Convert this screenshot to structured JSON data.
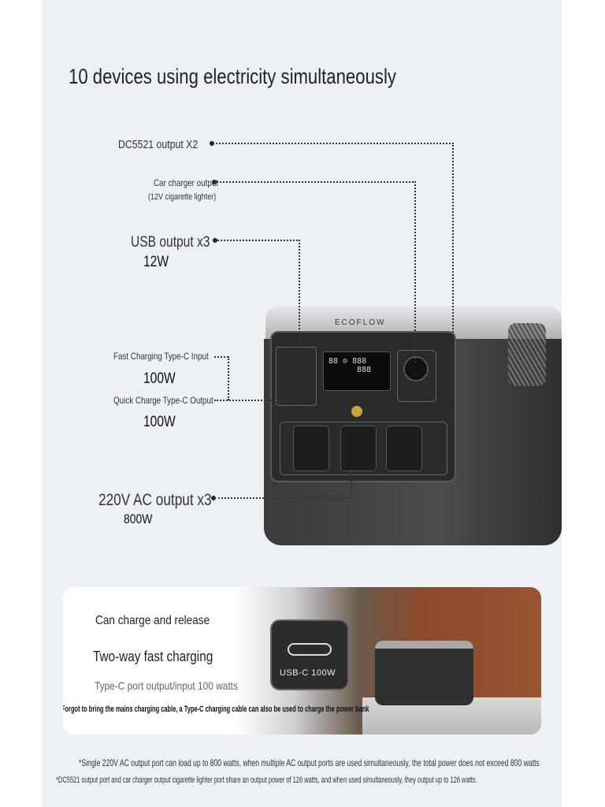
{
  "title": "10 devices using electricity simultaneously",
  "callouts": {
    "dc5521": "DC5521 output X2",
    "car_charger": "Car charger output",
    "car_charger_note": "(12V cigarette lighter)",
    "usb": "USB output x3",
    "usb_watt": "12W",
    "typec_in": "Fast Charging Type-C Input",
    "typec_in_watt": "100W",
    "typec_out": "Quick Charge Type-C Output",
    "typec_out_watt": "100W",
    "ac": "220V AC output x3",
    "ac_watt": "800W"
  },
  "device": {
    "logo": "ECOFLOW",
    "accent": "#c9a33a"
  },
  "card": {
    "line1": "Can charge and release",
    "line2": "Two-way fast charging",
    "line3": "Type-C port output/input 100 watts",
    "note": "*Forgot to bring the mains charging cable, a Type-C charging cable can also be used to charge the power bank",
    "badge": "USB-C 100W"
  },
  "footnotes": [
    "*Single 220V AC output port can load up to 800 watts, when multiple AC output ports are used simultaneously, the total power does not exceed 800 watts",
    "*DC5521 output port and car charger output cigarette lighter port share an output power of 126 watts, and when used simultaneously, they output up to 126 watts."
  ]
}
